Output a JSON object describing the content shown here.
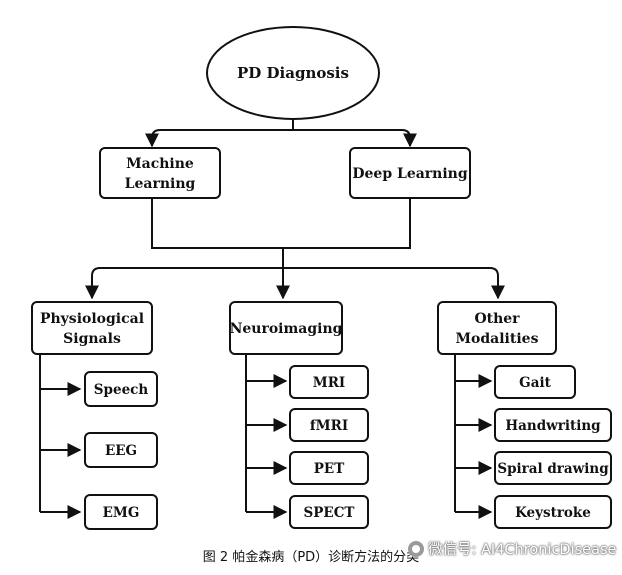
{
  "root": {
    "label": "PD Diagnosis"
  },
  "level1": [
    {
      "id": "ml",
      "lines": [
        "Machine",
        "Learning"
      ]
    },
    {
      "id": "dl",
      "lines": [
        "Deep Learning"
      ]
    }
  ],
  "categories": [
    {
      "id": "physio",
      "lines": [
        "Physiological",
        "Signals"
      ],
      "leaves": [
        "Speech",
        "EEG",
        "EMG"
      ]
    },
    {
      "id": "neuro",
      "lines": [
        "Neuroimaging"
      ],
      "leaves": [
        "MRI",
        "fMRI",
        "PET",
        "SPECT"
      ]
    },
    {
      "id": "other",
      "lines": [
        "Other",
        "Modalities"
      ],
      "leaves": [
        "Gait",
        "Handwriting",
        "Spiral drawing",
        "Keystroke"
      ]
    }
  ],
  "caption": "图 2 帕金森病（PD）诊断方法的分类",
  "watermark": "微信号: AI4ChronicDisease"
}
